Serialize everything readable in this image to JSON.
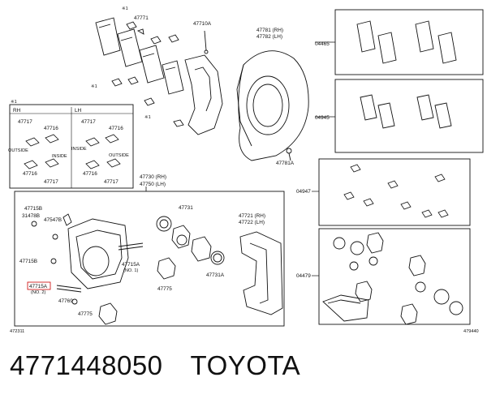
{
  "title": {
    "part_number": "4771448050",
    "brand": "TOYOTA"
  },
  "diagram": {
    "code_left": "472311",
    "code_right": "479440",
    "top": {
      "star1a": "※1",
      "p47771": "47771",
      "p47710A": "47710A",
      "p47781": "47781 (RH)",
      "p47782": "47782 (LH)",
      "star1b": "※1",
      "star1c": "※1",
      "p47781A": "47781A"
    },
    "shim_box": {
      "mark": "※1",
      "rh": "RH",
      "lh": "LH",
      "a47717": "47717",
      "a47716": "47716",
      "b47717": "47717",
      "b47716": "47716",
      "outside1": "OUTSIDE",
      "inside1": "INSIDE",
      "inside2": "INSIDE",
      "outside2": "OUTSIDE",
      "c47716": "47716",
      "c47717": "47717",
      "d47716": "47716",
      "d47717": "47717"
    },
    "caliper": {
      "p47730": "47730 (RH)",
      "p47750": "47750 (LH)",
      "p47731": "47731",
      "p47721": "47721 (RH)",
      "p47722": "47722 (LH)",
      "p47715B_a": "47715B",
      "p31478B": "31478B",
      "p47547B": "47547B",
      "p47715B_b": "47715B",
      "p47715A_a": "47715A",
      "no1": "(NO. 1)",
      "p47715A_b": "47715A",
      "no2": "(NO. 2)",
      "p47731A": "47731A",
      "p47775a": "47775",
      "p47769": "47769",
      "p47775b": "47775"
    },
    "kits": {
      "k04465": "04465",
      "k04945": "04945",
      "k04947": "04947",
      "k04479": "04479"
    }
  }
}
